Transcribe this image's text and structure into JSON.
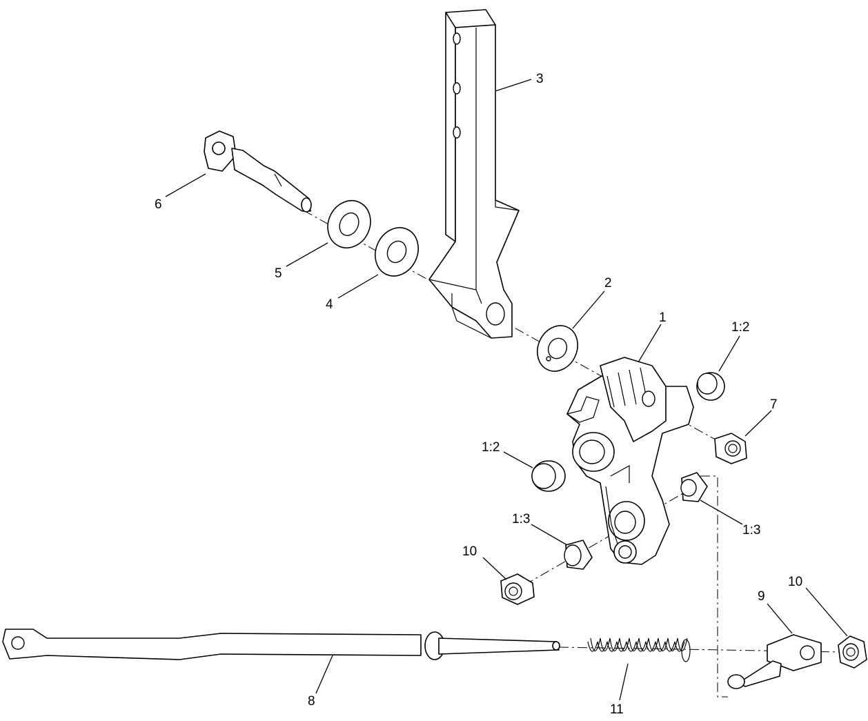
{
  "colors": {
    "line": "#000000",
    "background": "#ffffff"
  },
  "callouts": {
    "c1": "1",
    "c1_2_top": "1:2",
    "c1_2_left": "1:2",
    "c1_3_left": "1:3",
    "c1_3_right": "1:3",
    "c2": "2",
    "c3": "3",
    "c4": "4",
    "c5": "5",
    "c6": "6",
    "c7": "7",
    "c8": "8",
    "c9": "9",
    "c10_left": "10",
    "c10_right": "10",
    "c11": "11"
  }
}
